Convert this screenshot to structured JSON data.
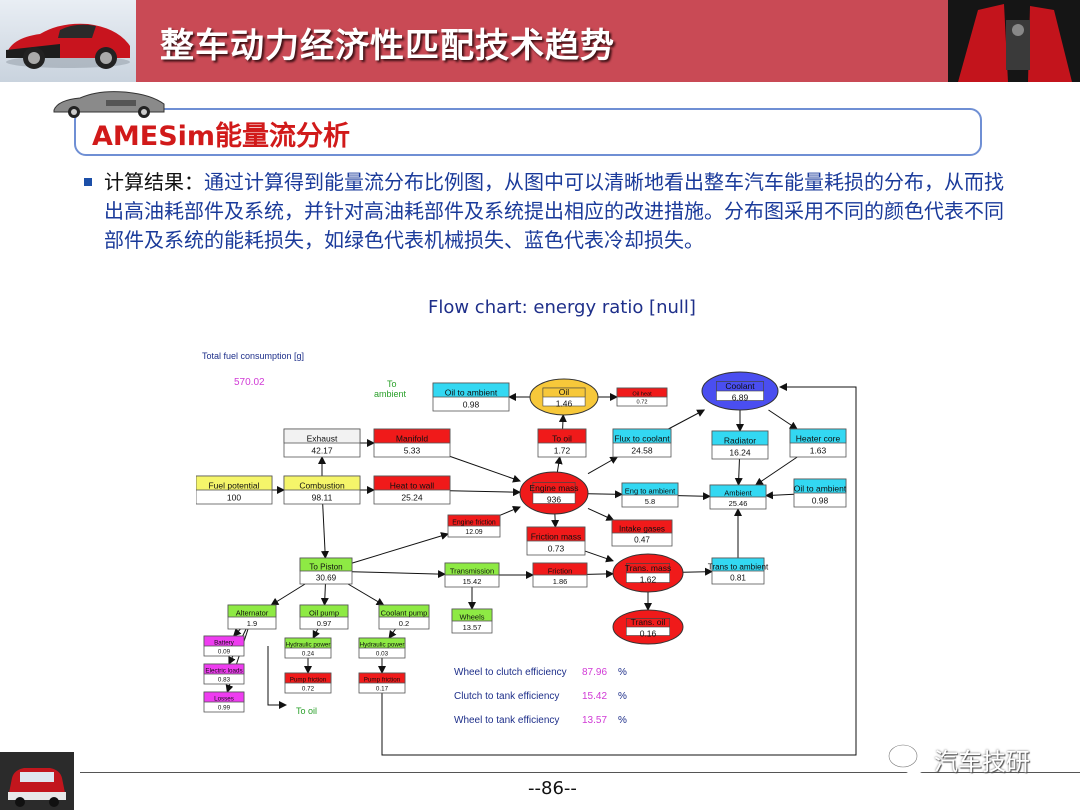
{
  "header": {
    "title": "整车动力经济性匹配技术趋势"
  },
  "section": {
    "title": "AMESim能量流分析"
  },
  "bullet": {
    "label": "计算结果：",
    "text": "通过计算得到能量流分布比例图，从图中可以清晰地看出整车汽车能量耗损的分布，从而找出高油耗部件及系统，并针对高油耗部件及系统提出相应的改进措施。分布图采用不同的颜色代表不同部件及系统的能耗损失，如绿色代表机械损失、蓝色代表冷却损失。"
  },
  "chart_data": {
    "type": "diagram",
    "title": "Flow chart: energy ratio [null]",
    "total_fuel_label": "Total fuel consumption [g]",
    "total_fuel_value": "570.02",
    "free_labels": {
      "to_ambient": "To\nambient",
      "to_oil": "To oil"
    },
    "colors": {
      "yellow": "#f5f56a",
      "white": "#f2f2f2",
      "red": "#f01a1a",
      "cyan": "#33d8f2",
      "green": "#8eea44",
      "magenta": "#ee3cf0",
      "blue": "#4a4ef0",
      "oil": "#f7c83a"
    },
    "nodes": [
      {
        "id": "fuel_potential",
        "label": "Fuel potential",
        "value": "100",
        "color": "yellow"
      },
      {
        "id": "exhaust",
        "label": "Exhaust",
        "value": "42.17",
        "color": "white"
      },
      {
        "id": "combustion",
        "label": "Combustion",
        "value": "98.11",
        "color": "yellow"
      },
      {
        "id": "manifold",
        "label": "Manifold",
        "value": "5.33",
        "color": "red"
      },
      {
        "id": "heat_to_wall",
        "label": "Heat to wall",
        "value": "25.24",
        "color": "red"
      },
      {
        "id": "oil_to_ambient",
        "label": "Oil to ambient",
        "value": "0.98",
        "color": "cyan"
      },
      {
        "id": "oil",
        "label": "Oil",
        "value": "1.46",
        "color": "oil"
      },
      {
        "id": "oil_top_red",
        "label": "Oil heat",
        "value": "0.72",
        "color": "red"
      },
      {
        "id": "coolant",
        "label": "Coolant",
        "value": "6.89",
        "color": "blue"
      },
      {
        "id": "to_oil_red",
        "label": "To oil",
        "value": "1.72",
        "color": "red"
      },
      {
        "id": "flux_to_coolant",
        "label": "Flux to coolant",
        "value": "24.58",
        "color": "cyan"
      },
      {
        "id": "radiator",
        "label": "Radiator",
        "value": "16.24",
        "color": "cyan"
      },
      {
        "id": "heater_core",
        "label": "Heater core",
        "value": "1.63",
        "color": "cyan"
      },
      {
        "id": "engine_mass",
        "label": "Engine mass",
        "value": "936",
        "color": "red"
      },
      {
        "id": "eng_to_ambient",
        "label": "Eng to ambient",
        "value": "5.8",
        "color": "cyan"
      },
      {
        "id": "ambient",
        "label": "Ambient",
        "value": "25.46",
        "color": "cyan"
      },
      {
        "id": "oil_to_ambient2",
        "label": "Oil to ambient",
        "value": "0.98",
        "color": "cyan"
      },
      {
        "id": "intake_gases",
        "label": "Intake gases",
        "value": "0.47",
        "color": "red"
      },
      {
        "id": "engine_friction",
        "label": "Engine friction",
        "value": "12.09",
        "color": "red"
      },
      {
        "id": "friction_mass",
        "label": "Friction mass",
        "value": "0.73",
        "color": "red"
      },
      {
        "id": "to_piston",
        "label": "To Piston",
        "value": "30.69",
        "color": "green"
      },
      {
        "id": "transmission",
        "label": "Transmission",
        "value": "15.42",
        "color": "green"
      },
      {
        "id": "friction",
        "label": "Friction",
        "value": "1.86",
        "color": "red"
      },
      {
        "id": "trans_mass",
        "label": "Trans. mass",
        "value": "1.62",
        "color": "red"
      },
      {
        "id": "trans_to_ambient",
        "label": "Trans to ambient",
        "value": "0.81",
        "color": "cyan"
      },
      {
        "id": "wheels",
        "label": "Wheels",
        "value": "13.57",
        "color": "green"
      },
      {
        "id": "trans_oil",
        "label": "Trans. oil",
        "value": "0.16",
        "color": "red"
      },
      {
        "id": "alternator",
        "label": "Alternator",
        "value": "1.9",
        "color": "green"
      },
      {
        "id": "oil_pump",
        "label": "Oil pump",
        "value": "0.97",
        "color": "green"
      },
      {
        "id": "coolant_pump",
        "label": "Coolant pump",
        "value": "0.2",
        "color": "green"
      },
      {
        "id": "battery",
        "label": "Battery",
        "value": "0.09",
        "color": "magenta"
      },
      {
        "id": "electric_loads",
        "label": "Electric loads",
        "value": "0.83",
        "color": "magenta"
      },
      {
        "id": "losses",
        "label": "Losses",
        "value": "0.99",
        "color": "magenta"
      },
      {
        "id": "hydraulic_power1",
        "label": "Hydraulic power",
        "value": "0.24",
        "color": "green"
      },
      {
        "id": "hydraulic_power2",
        "label": "Hydraulic power",
        "value": "0.03",
        "color": "green"
      },
      {
        "id": "pump_friction1",
        "label": "Pump friction",
        "value": "0.72",
        "color": "red"
      },
      {
        "id": "pump_friction2",
        "label": "Pump friction",
        "value": "0.17",
        "color": "red"
      }
    ],
    "efficiencies": [
      {
        "label": "Wheel to clutch efficiency",
        "value": "87.96",
        "unit": "%"
      },
      {
        "label": "Clutch to tank efficiency",
        "value": "15.42",
        "unit": "%"
      },
      {
        "label": "Wheel to tank efficiency",
        "value": "13.57",
        "unit": "%"
      }
    ]
  },
  "footer": {
    "page_number": "--86--",
    "watermark": "汽车技研"
  }
}
